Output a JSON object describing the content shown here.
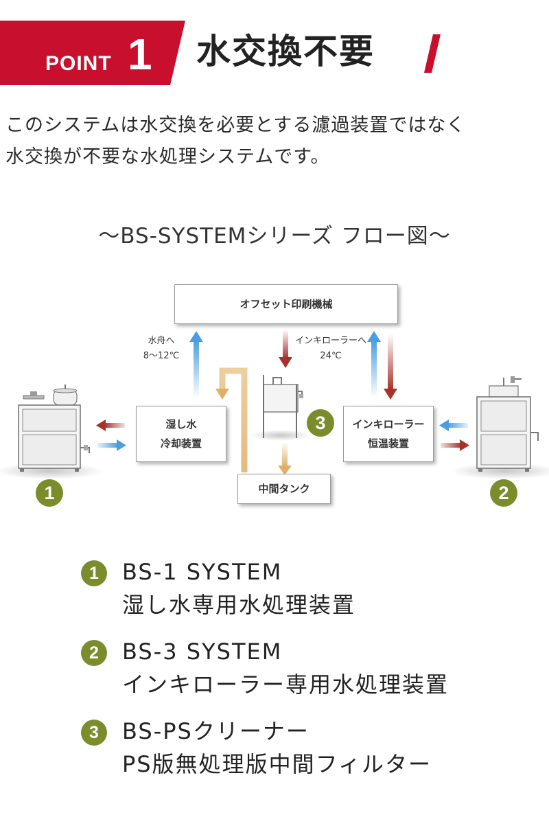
{
  "header": {
    "point_word": "POINT",
    "point_number": "1",
    "heading": "水交換不要",
    "brand_color": "#c8102e"
  },
  "intro": {
    "line1": "このシステムは水交換を必要とする濾過装置ではなく",
    "line2": "水交換が不要な水処理システムです。"
  },
  "flow_title": "～BS-SYSTEMシリーズ フロー図～",
  "diagram": {
    "press": "オフセット印刷機械",
    "dampening_unit_line1": "湿し水",
    "dampening_unit_line2": "冷却装置",
    "chiller_unit_line1": "インキローラー",
    "chiller_unit_line2": "恒温装置",
    "intermediate_tank": "中間タンク",
    "fountain_label_line1": "水舟へ",
    "fountain_label_line2": "8～12℃",
    "ink_label_line1": "インキローラーへ",
    "ink_label_line2": "24℃",
    "badges": [
      "1",
      "2",
      "3"
    ],
    "colors": {
      "cold_arrow": "#4a9fe0",
      "warm_arrow": "#a8312a",
      "tank_arrow": "#e0b06a",
      "badge": "#7a8c2b"
    }
  },
  "legend": [
    {
      "badge": "1",
      "line1": "BS-1 SYSTEM",
      "line2": "湿し水専用水処理装置"
    },
    {
      "badge": "2",
      "line1": "BS-3 SYSTEM",
      "line2": "インキローラー専用水処理装置"
    },
    {
      "badge": "3",
      "line1": "BS-PSクリーナー",
      "line2": "PS版無処理版中間フィルター"
    }
  ]
}
